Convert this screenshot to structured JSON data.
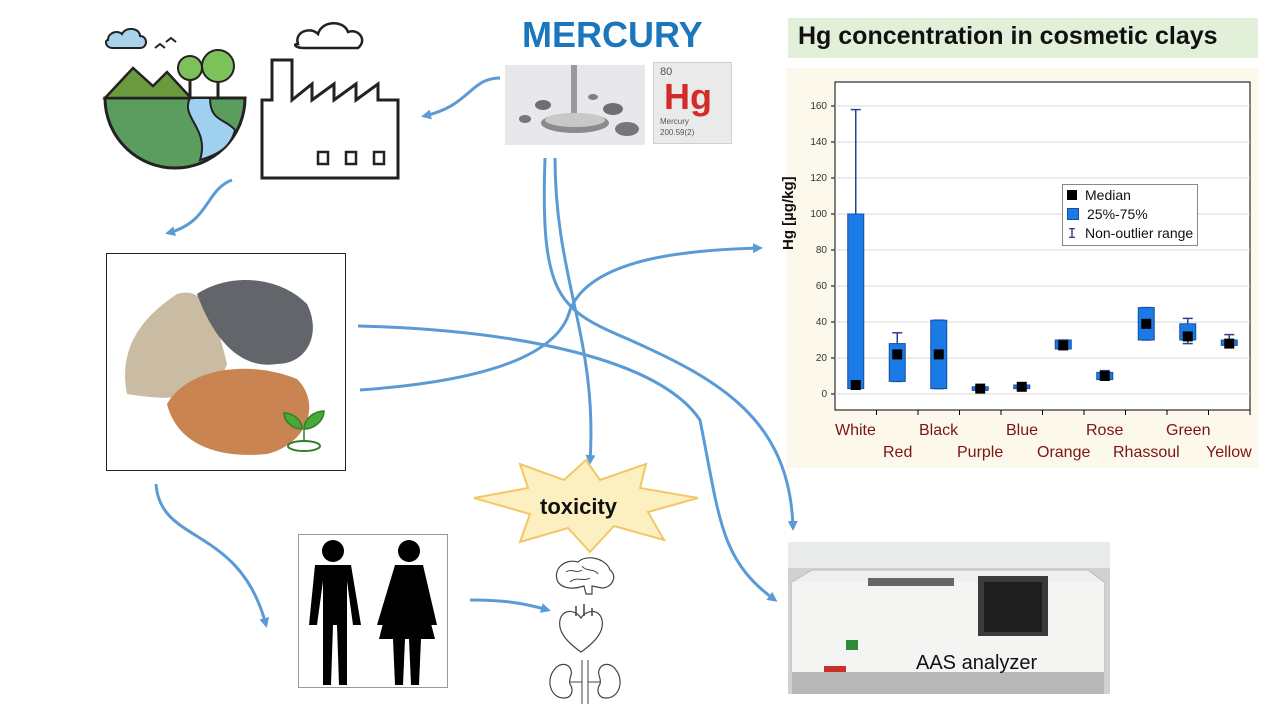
{
  "header": {
    "title": "MERCURY"
  },
  "element_tile": {
    "number": "80",
    "symbol": "Hg",
    "name": "Mercury",
    "mass": "200.59(2)"
  },
  "chart_title": "Hg concentration in cosmetic clays",
  "labels": {
    "toxicity": "toxicity",
    "analyzer": "AAS analyzer"
  },
  "colors": {
    "title_blue": "#1b77bd",
    "box_blue": "#1a7ae6",
    "whisker": "#2e3f8f",
    "category_red": "#7b1515",
    "arrow_blue": "#5b9bd5"
  },
  "icons": [
    "landscape-icon",
    "factory-icon",
    "mercury-droplets-photo",
    "clay-powders-photo",
    "plant-sprout-icon",
    "man-icon",
    "woman-icon",
    "brain-icon",
    "heart-icon",
    "kidneys-icon",
    "aas-analyzer-photo"
  ],
  "chart_data": {
    "type": "box",
    "title": "Hg concentration in cosmetic clays",
    "ylabel": "Hg [µg/kg]",
    "ylim": [
      -10,
      165
    ],
    "yticks": [
      0,
      20,
      40,
      60,
      80,
      100,
      120,
      140,
      160
    ],
    "grid": true,
    "legend_position": "top-right",
    "legend": [
      "Median",
      "25%-75%",
      "Non-outlier range"
    ],
    "categories": [
      "White",
      "Red",
      "Black",
      "Purple",
      "Blue",
      "Orange",
      "Rose",
      "Rhassoul",
      "Green",
      "Yellow"
    ],
    "series": [
      {
        "category": "White",
        "min": 3,
        "q1": 3,
        "median": 5,
        "q3": 100,
        "max": 158
      },
      {
        "category": "Red",
        "min": 7,
        "q1": 7,
        "median": 22,
        "q3": 28,
        "max": 34
      },
      {
        "category": "Black",
        "min": 3,
        "q1": 3,
        "median": 22,
        "q3": 41,
        "max": 41
      },
      {
        "category": "Purple",
        "min": 2,
        "q1": 2,
        "median": 3,
        "q3": 4,
        "max": 4
      },
      {
        "category": "Blue",
        "min": 3,
        "q1": 3,
        "median": 4,
        "q3": 5,
        "max": 5
      },
      {
        "category": "Orange",
        "min": 25,
        "q1": 25,
        "median": 27,
        "q3": 30,
        "max": 30
      },
      {
        "category": "Rose",
        "min": 8,
        "q1": 8,
        "median": 10,
        "q3": 12,
        "max": 13
      },
      {
        "category": "Rhassoul",
        "min": 30,
        "q1": 30,
        "median": 39,
        "q3": 48,
        "max": 48
      },
      {
        "category": "Green",
        "min": 28,
        "q1": 30,
        "median": 32,
        "q3": 39,
        "max": 42
      },
      {
        "category": "Yellow",
        "min": 27,
        "q1": 27,
        "median": 28,
        "q3": 30,
        "max": 33
      }
    ]
  }
}
